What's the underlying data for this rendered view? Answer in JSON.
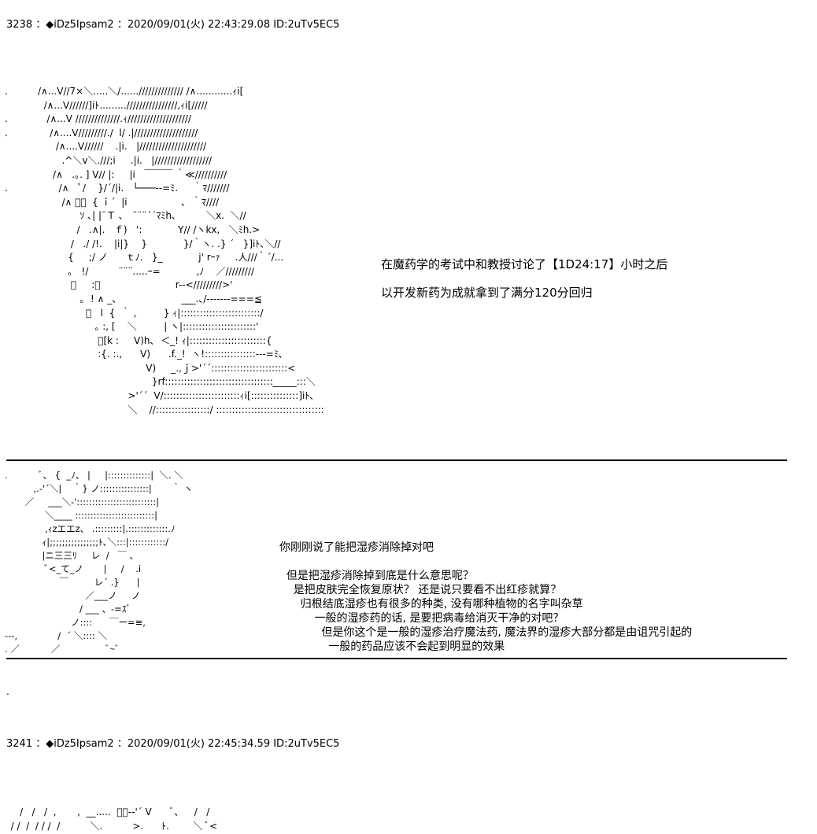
{
  "post1": {
    "header": "3238 ：◆iDz5Ipsam2 ：2020/09/01(火) 22:43:29.08 ID:2uTv5EC5",
    "art_top": ".          /∧...V//7×＼.....＼/......////////////// /∧............ｨi[\n             /∧...V//////]iﾄ.........////////////////,ｨi[/////\n.             /∧...V //////////////.ｨ////////////////////\n.              /∧....V/////////./  l/ .|////////////////////\n                 /∧....V//////    .|i.   |/////////////////////\n                   .^＼v＼.///;i     .|i.   |//////////////////\n                /∧   .｡. ] V// |:     |i   ￣￣￣ ｀≪//////////\n.                 /∧   ﾟ/    }/´/|i.   └───--=ﾐ.     ｀ﾏ///////\n                   /∧ ﾟ｡  { ｉ´  |i                  ､  ｀ﾏ////\n                         ｿ ､| |¨Ｔ ､   ¨¨¨´´ﾏﾐh､          ＼x.  ＼//\n                        /   .∧|.   ｆ)   ':            Y// /ヽkx,   ＼ﾐh.>\n                      /   ./ /!.    |i|}    }            }/｀ヽ. .} ´   }]iﾄ､＼//\n                     {     ;/ ノ      ｔﾉ.   }_            j' rｰｧ     .人///｀´/...\n                     ｡   !/          ¨¨¨.....ｰ=            ,ﾉ    ／/////////\n                      ﾟ     :＼                         r--</////////>'\n                         ｡  ! ∧ _、                    ___.､/-------===≦\n                           ﾟ   l  {  ｀ ,         } ｨ|:::::::::::::::::::::::::/\n                              ｡ :, [    ＼         | ヽ|:::::::::::::::::::::::'\n                               ﾟ[k :     V)h､  ＜_! ｨ|::::::::::::::::::::::::{\n                               :{. :.,      V)      .f._!  ヽ!::::::::::::::::---=ﾐ､\n                                               V)     _.,ｊ>'´´::::::::::::::::::::::::<\n                                                 }rf::::::::::::::::::::::::::::::::::_____:::＼\n                                         >'´´  V/::::::::::::::::::::::::ｨi[:::::::::::::::]iﾄ､\n                                         ＼    //:::::::::::::::::/ ::::::::::::::::::::::::::::::::::",
    "line1": "在魔药学的考试中和教授讨论了【1D24:17】小时之后",
    "line2": "以开发新药为成就拿到了满分120分回归",
    "art_mid": ".           ﾞ、 {  _ﾉ、 |     |::::::::::::::|  ＼. ＼\n          ,.-'´＼|    ｀} ノ::::::::::::::::|       ｀ ヽ\n       ／     ___＼-'::::::::::::::::::::::::::|\n              ＼____ ::::::::::::::::::::::::::|\n              ,ｨzエエz、 .:::::::::|.:::::::::::::.ﾉ\n             ｨ|;;;;;;;;;;;;;;;;ﾄ､＼:::|::::::::::::/\n             |ニ三三ﾘ     レ  /   ￣ ､\n              ﾞ<_て_ノ       |     /    .i\n                   ￣         レ´ .}      |\n                            ／___ノ     ノ\n                          / ___ 、-=ｽﾞ\n                       ノ::::      ￣ー=≡,\n---,              /  ´ ＼:::: ＼\n. ／           ／                ﾞ~ﾞ",
    "dialogue": [
      "你刚刚说了能把湿疹消除掉对吧",
      "",
      "  但是把湿疹消除掉到底是什么意思呢？",
      "    是把皮肤完全恢复原状？ 还是说只要看不出红疹就算？",
      "      归根结底湿疹也有很多的种类, 没有哪种植物的名字叫杂草",
      "          一般的湿疹药的话, 是要把病毒给消灭干净的对吧？",
      "            但是你这个是一般的湿疹治疗魔法药, 魔法界的湿疹大部分都是由诅咒引起的",
      "              一般的药品应该不会起到明显的效果"
    ],
    "end_dot": "."
  },
  "post2": {
    "header": "3241 ：◆iDz5Ipsam2 ：2020/09/01(火) 22:45:34.59 ID:2uTv5EC5",
    "art": "     /   /   /  ,       ,  __.....  ﾞ､-‐'´ V      ﾞ､     /   /\n  / /  /  / / /  /          ＼.          >.      ﾄ.        ＼ ﾞ<"
  }
}
